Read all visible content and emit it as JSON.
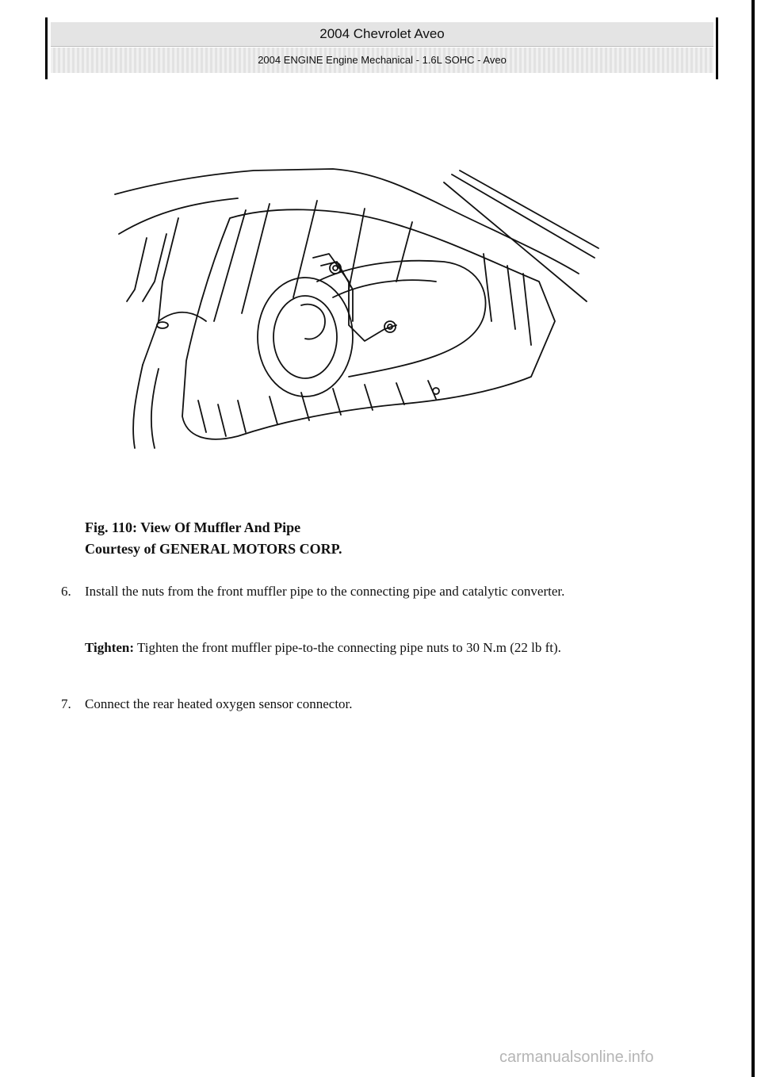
{
  "header": {
    "title": "2004 Chevrolet Aveo",
    "subtitle": "2004 ENGINE Engine Mechanical - 1.6L SOHC - Aveo"
  },
  "figure": {
    "caption_line1": "Fig. 110: View Of Muffler And Pipe",
    "caption_line2": "Courtesy of GENERAL MOTORS CORP."
  },
  "steps": [
    {
      "number": "6.",
      "text": "Install the nuts from the front muffler pipe to the connecting pipe and catalytic converter."
    },
    {
      "number": "7.",
      "text": "Connect the rear heated oxygen sensor connector."
    }
  ],
  "tighten": {
    "label": "Tighten:",
    "text": "Tighten the front muffler pipe-to-the connecting pipe nuts to 30 N.m (22 lb ft)."
  },
  "watermark": "carmanualsonline.info"
}
